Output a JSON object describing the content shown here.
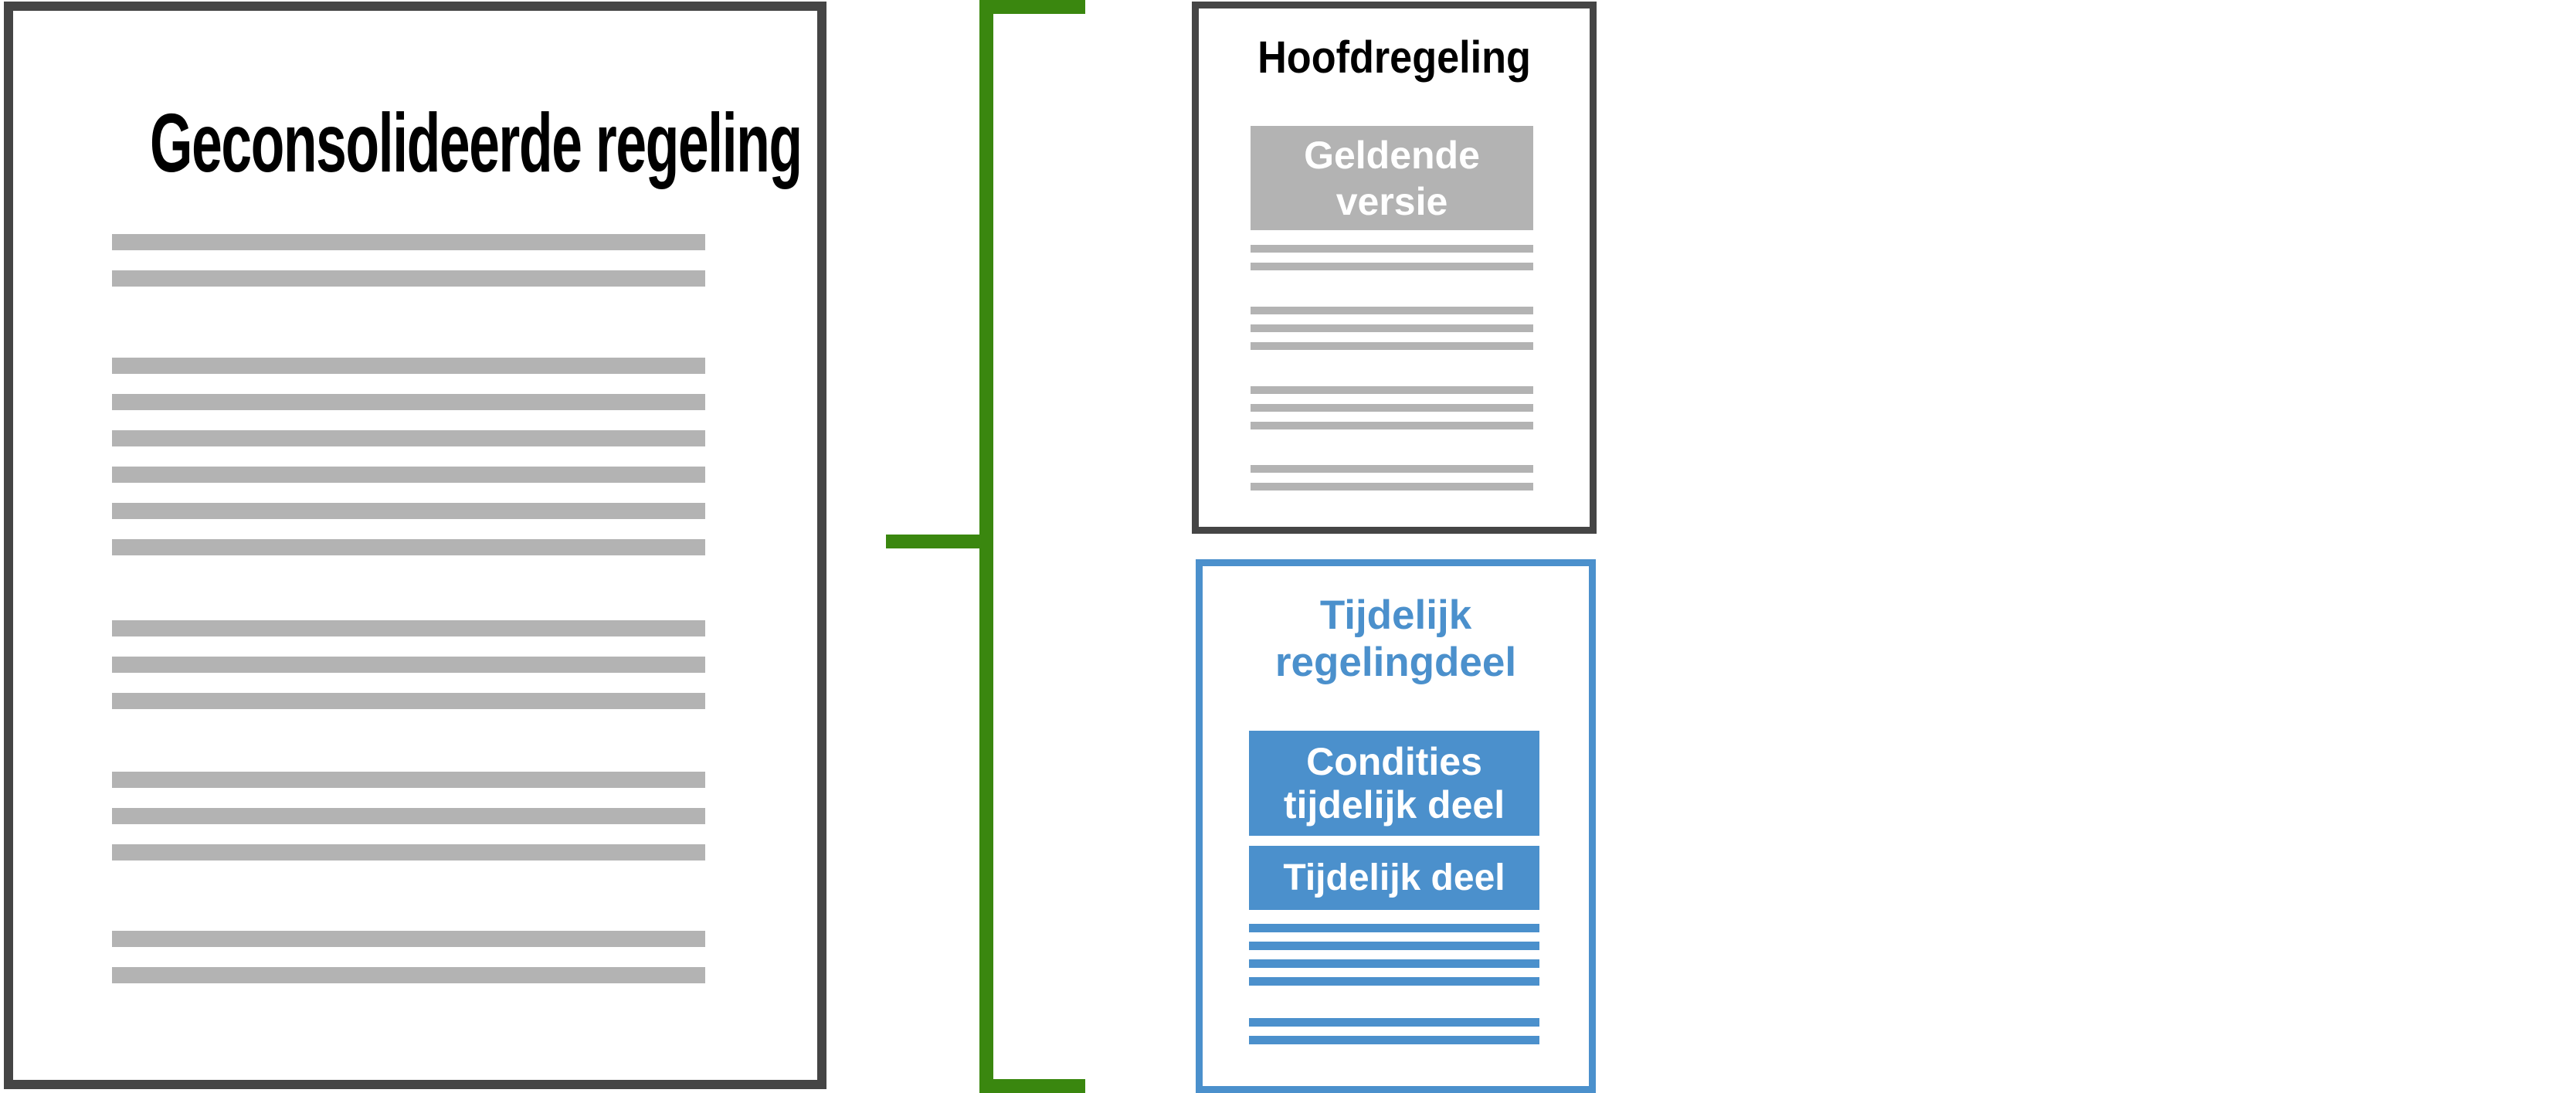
{
  "colors": {
    "green": "#3a870f",
    "blue": "#4b90cc",
    "dark": "#454545",
    "gray": "#b3b3b3"
  },
  "left_document": {
    "title": "Geconsolideerde regeling",
    "line_groups": [
      2,
      6,
      3,
      3,
      2
    ]
  },
  "hoofdregeling": {
    "title": "Hoofdregeling",
    "current_version_label": "Geldende versie",
    "line_groups": [
      2,
      3,
      3,
      2
    ]
  },
  "tijdelijk": {
    "title": "Tijdelijk regelingdeel",
    "conditions_label": "Condities tijdelijk deel",
    "part_label": "Tijdelijk deel",
    "line_groups": [
      4,
      2
    ]
  }
}
